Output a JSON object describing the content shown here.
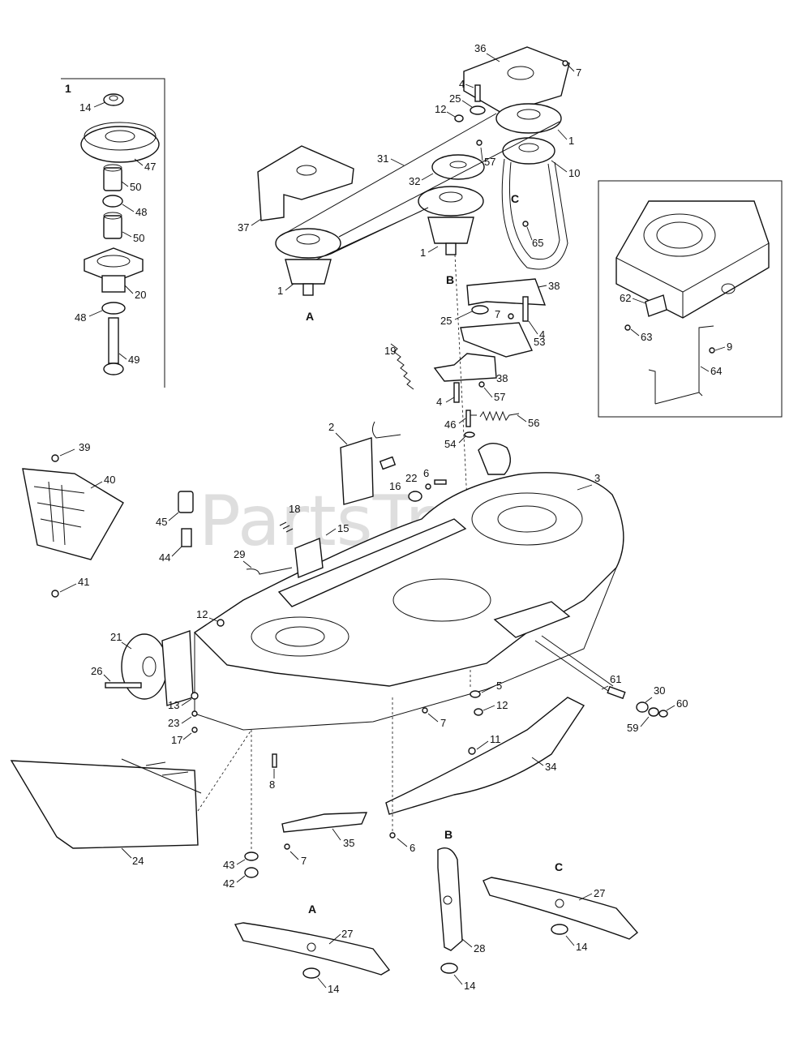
{
  "watermark": "PartsTree",
  "colors": {
    "line": "#111111",
    "background": "#ffffff",
    "watermark": "#d4d4d4"
  },
  "callouts": {
    "c1_group": "1",
    "c14_a": "14",
    "c47": "47",
    "c50_a": "50",
    "c48_a": "48",
    "c50_b": "50",
    "c20": "20",
    "c48_b": "48",
    "c49": "49",
    "c36": "36",
    "c7_a": "7",
    "c4_a": "4",
    "c25_a": "25",
    "c12_a": "12",
    "c1_a": "1",
    "c10": "10",
    "c57_a": "57",
    "c32": "32",
    "c31": "31",
    "c37": "37",
    "c65": "65",
    "c1_b": "1",
    "c1_c": "1",
    "c38_a": "38",
    "c7_b": "7",
    "c25_b": "25",
    "c4_b": "4",
    "c53": "53",
    "c19": "19",
    "c38_b": "38",
    "c4_c": "4",
    "c57_b": "57",
    "c46": "46",
    "c56": "56",
    "c54": "54",
    "c2": "2",
    "c3": "3",
    "c39": "39",
    "c40": "40",
    "c45": "45",
    "c44": "44",
    "c41": "41",
    "c18": "18",
    "c15": "15",
    "c16": "16",
    "c22": "22",
    "c6_a": "6",
    "c29": "29",
    "c12_b": "12",
    "c21": "21",
    "c26": "26",
    "c13": "13",
    "c23": "23",
    "c17": "17",
    "c8": "8",
    "c5": "5",
    "c12_c": "12",
    "c7_c": "7",
    "c11": "11",
    "c34": "34",
    "c61": "61",
    "c30": "30",
    "c60": "60",
    "c59": "59",
    "c24": "24",
    "c35": "35",
    "c7_d": "7",
    "c6_b": "6",
    "c43": "43",
    "c42": "42",
    "c27_a": "27",
    "c14_b": "14",
    "c28": "28",
    "c14_c": "14",
    "c27_b": "27",
    "c14_d": "14",
    "c62": "62",
    "c63": "63",
    "c9": "9",
    "c64": "64"
  },
  "blade_positions": {
    "A_top": "A",
    "B_top": "B",
    "C_top": "C",
    "A_bottom": "A",
    "B_bottom": "B",
    "C_bottom": "C"
  }
}
